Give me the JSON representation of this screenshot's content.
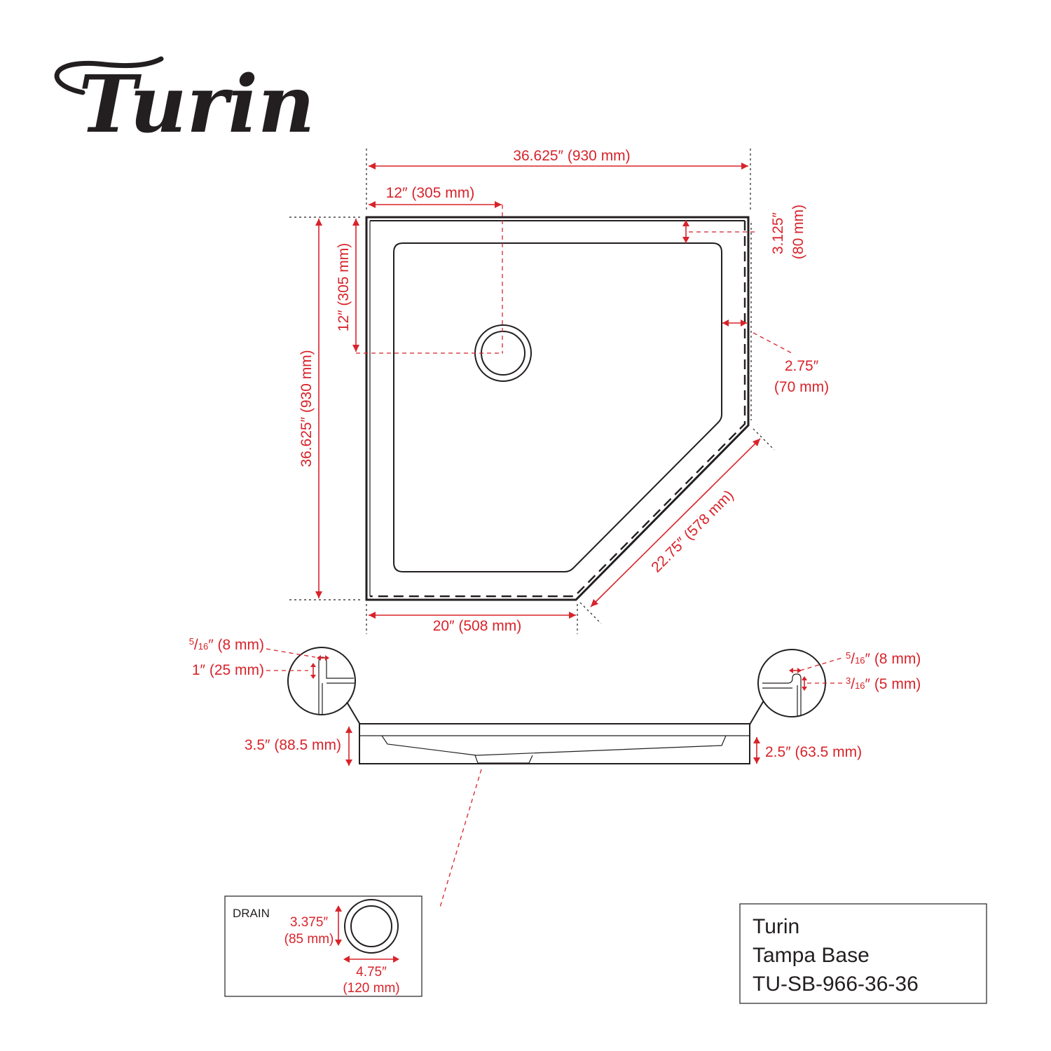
{
  "brand": {
    "logo_text": "Turin"
  },
  "top_view": {
    "overall_width": "36.625″ (930 mm)",
    "drain_offset_x": "12″ (305 mm)",
    "overall_depth": "36.625″ (930 mm)",
    "drain_offset_y": "12″ (305 mm)",
    "flange_depth": "3.125″",
    "flange_depth_mm": "(80 mm)",
    "side_ledge": "2.75″",
    "side_ledge_mm": "(70 mm)",
    "bottom_width": "20″ (508 mm)",
    "angled_side": "22.75″ (578 mm)"
  },
  "side_view": {
    "left_detail_top": "5/16″ (8 mm)",
    "left_detail_top_num": "5",
    "left_detail_top_rest": "″ (8 mm)",
    "left_detail_height": "1″ (25 mm)",
    "right_detail_top_num": "5",
    "right_detail_top_rest": "″ (8 mm)",
    "right_detail_low_num": "3",
    "right_detail_low_rest": "″ (5 mm)",
    "frac_den": "16",
    "total_height": "3.5″ (88.5 mm)",
    "base_height": "2.5″ (63.5 mm)"
  },
  "drain_box": {
    "label": "DRAIN",
    "height_in": "3.375″",
    "height_mm": "(85 mm)",
    "width_in": "4.75″",
    "width_mm": "(120 mm)"
  },
  "product_box": {
    "brand": "Turin",
    "model": "Tampa Base",
    "sku": "TU-SB-966-36-36"
  },
  "colors": {
    "dimension": "#d8232a",
    "line": "#231f20"
  }
}
